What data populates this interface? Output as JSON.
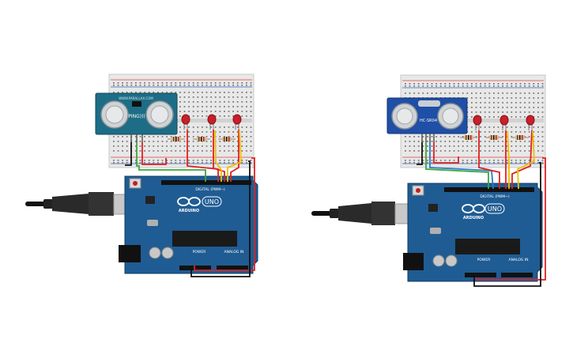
{
  "circuits": [
    {
      "sensor_label": "PING)))",
      "sensor_top_text": "WWW.PARALLAX.COM",
      "board_brand": "ARDUINO",
      "board_model": "UNO",
      "digital_label": "DIGITAL (PWM~)",
      "power_label": "POWER",
      "analog_label": "ANALOG IN"
    },
    {
      "sensor_label": "HC-SR04",
      "sensor_top_text": "",
      "board_brand": "ARDUINO",
      "board_model": "UNO",
      "digital_label": "DIGITAL (PWM~)",
      "power_label": "POWER",
      "analog_label": "ANALOG IN"
    }
  ],
  "colors": {
    "board": "#1f5c93",
    "breadboard": "#e8e8e8",
    "sensor": "#1d6d86",
    "led": "#c8202a",
    "wire_red": "#e02020",
    "wire_yellow": "#f0c000",
    "wire_green": "#3aa83a",
    "wire_blue": "#2a7ad0",
    "wire_black": "#111111"
  }
}
